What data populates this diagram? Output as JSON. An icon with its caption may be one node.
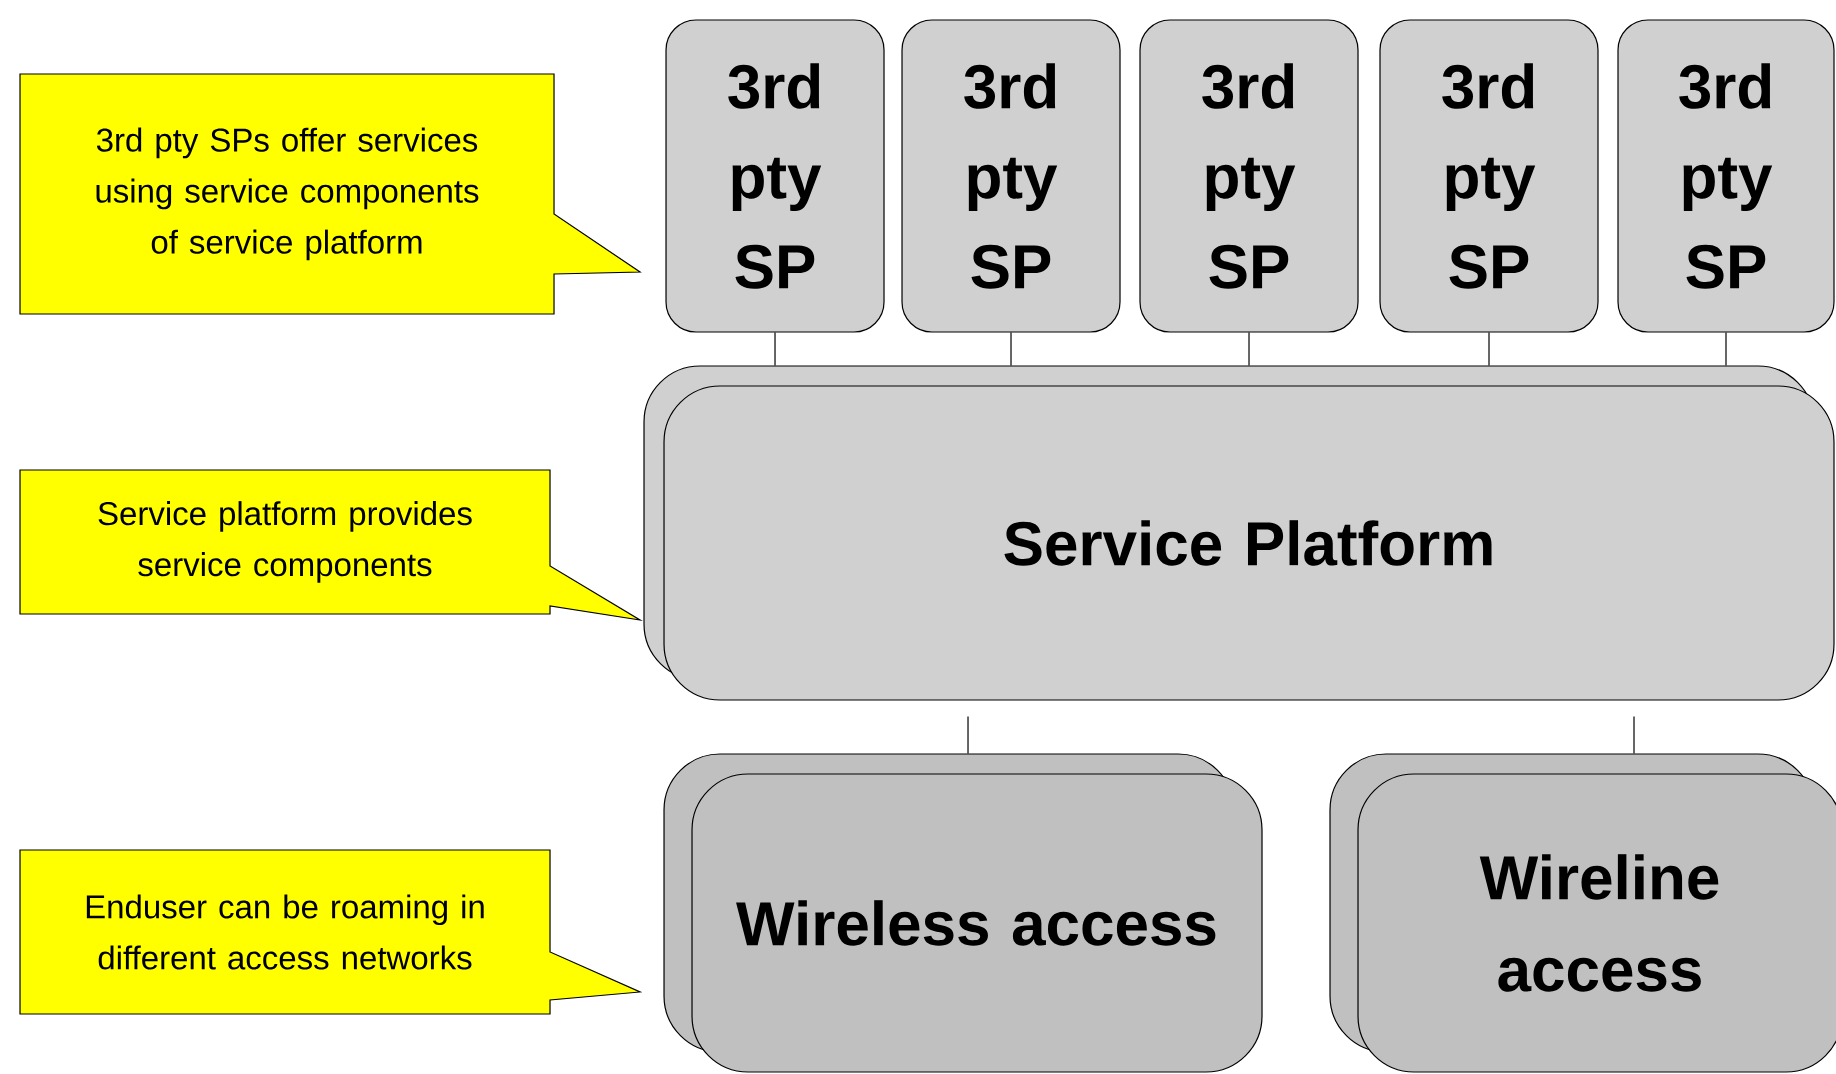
{
  "diagram": {
    "nodes": [
      {
        "text": [
          "3rd pty SPs offer services using service components of service platform"
        ]
      },
      {
        "text": [
          "3rd pty SP"
        ]
      },
      {
        "text": [
          "3rd pty SP"
        ]
      },
      {
        "text": [
          "3rd pty SP"
        ]
      },
      {
        "text": [
          "3rd pty SP"
        ]
      },
      {
        "text": [
          "3rd pty SP"
        ]
      },
      {
        "text": [
          "Service platform provides service components"
        ]
      },
      {
        "text": [
          "Service Platform"
        ]
      },
      {
        "text": [
          "Enduser can be roaming in different access networks"
        ]
      },
      {
        "text": [
          "Wireless access"
        ]
      },
      {
        "text": [
          "Wireline access"
        ]
      }
    ],
    "edges": [
      {
        "from": 1,
        "to": 7,
        "arrow": "none"
      },
      {
        "from": 2,
        "to": 7,
        "arrow": "none"
      },
      {
        "from": 3,
        "to": 7,
        "arrow": "none"
      },
      {
        "from": 4,
        "to": 7,
        "arrow": "none"
      },
      {
        "from": 5,
        "to": 7,
        "arrow": "none"
      },
      {
        "from": 7,
        "to": 9,
        "arrow": "none"
      },
      {
        "from": 7,
        "to": 10,
        "arrow": "none"
      }
    ]
  }
}
